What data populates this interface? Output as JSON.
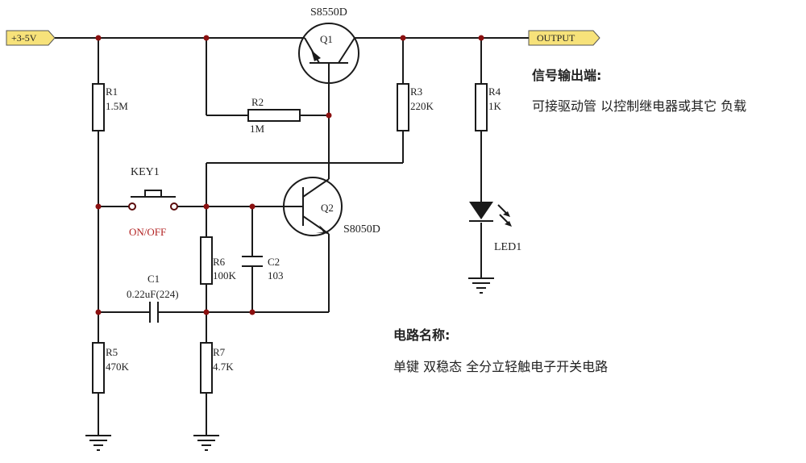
{
  "ports": {
    "input": "+3-5V",
    "output": "OUTPUT"
  },
  "components": {
    "q1": {
      "ref": "Q1",
      "part": "S8550D"
    },
    "q2": {
      "ref": "Q2",
      "part": "S8050D"
    },
    "r1": {
      "ref": "R1",
      "value": "1.5M"
    },
    "r2": {
      "ref": "R2",
      "value": "1M"
    },
    "r3": {
      "ref": "R3",
      "value": "220K"
    },
    "r4": {
      "ref": "R4",
      "value": "1K"
    },
    "r5": {
      "ref": "R5",
      "value": "470K"
    },
    "r6": {
      "ref": "R6",
      "value": "100K"
    },
    "r7": {
      "ref": "R7",
      "value": "4.7K"
    },
    "c1": {
      "ref": "C1",
      "value": "0.22uF(224)"
    },
    "c2": {
      "ref": "C2",
      "value": "103"
    },
    "key1": {
      "ref": "KEY1",
      "state": "ON/OFF"
    },
    "led1": {
      "ref": "LED1"
    }
  },
  "notes": {
    "output_title": "信号输出端:",
    "output_desc": "可接驱动管 以控制继电器或其它 负载",
    "name_title": "电路名称:",
    "name_desc": "单键 双稳态 全分立轻触电子开关电路"
  },
  "colors": {
    "wire": "#1a1a1a",
    "junction": "#8b1010",
    "port_fill": "#f7e27a",
    "onoff_text": "#b22222"
  }
}
